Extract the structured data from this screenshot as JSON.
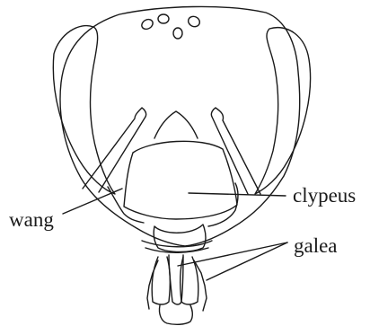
{
  "labels": {
    "clypeus": "clypeus",
    "wang": "wang",
    "galea": "galea"
  },
  "colors": {
    "ink": "#1a1a1a",
    "background": "#ffffff"
  }
}
